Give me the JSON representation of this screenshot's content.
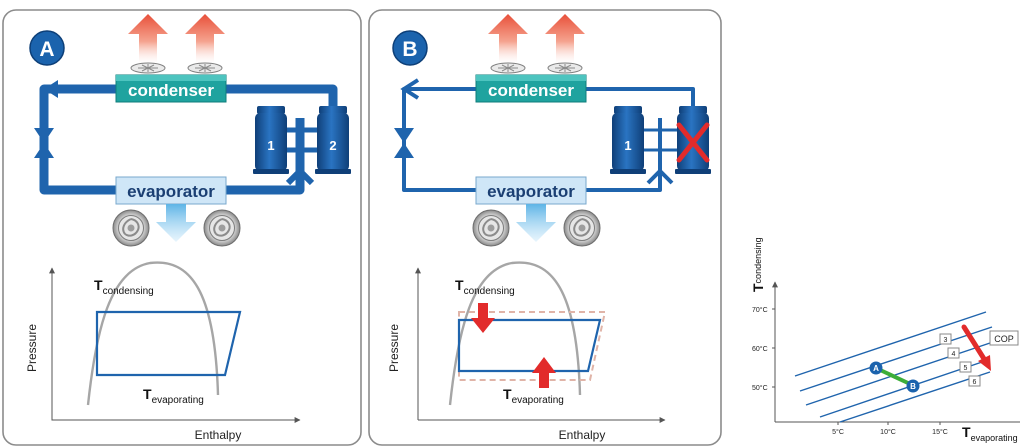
{
  "panel_a": {
    "badge": "A",
    "condenser": "condenser",
    "evaporator": "evaporator",
    "compressor_1": "1",
    "compressor_2": "2",
    "chart": {
      "y_label": "Pressure",
      "x_label": "Enthalpy",
      "t_cond_main": "T",
      "t_cond_sub": "condensing",
      "t_evap_main": "T",
      "t_evap_sub": "evaporating"
    }
  },
  "panel_b": {
    "badge": "B",
    "condenser": "condenser",
    "evaporator": "evaporator",
    "compressor_1": "1",
    "chart": {
      "y_label": "Pressure",
      "x_label": "Enthalpy",
      "t_cond_main": "T",
      "t_cond_sub": "condensing",
      "t_evap_main": "T",
      "t_evap_sub": "evaporating"
    }
  },
  "right_chart": {
    "y_main": "T",
    "y_sub": "condensing",
    "x_main": "T",
    "x_sub": "evaporating",
    "y_ticks": [
      "70°C",
      "60°C",
      "50°C"
    ],
    "x_ticks": [
      "5°C",
      "10°C",
      "15°C"
    ],
    "line_labels": [
      "3",
      "4",
      "5",
      "6"
    ],
    "cop_label": "COP",
    "point_a": "A",
    "point_b": "B"
  },
  "colors": {
    "pipe_blue": "#1f64ad",
    "unit_teal": "#1fa39f",
    "evap_light": "#cfe6f7",
    "badge_blue": "#1b63ad",
    "cycle_blue": "#1f64ad",
    "dome_gray": "#a6a6a6",
    "heat_red": "#e8503a",
    "cool_blue": "#8cc8ee",
    "down_arrow_red": "#e22b2b",
    "green_arrow": "#3dae3a",
    "panel_border": "#8c8c8c"
  }
}
